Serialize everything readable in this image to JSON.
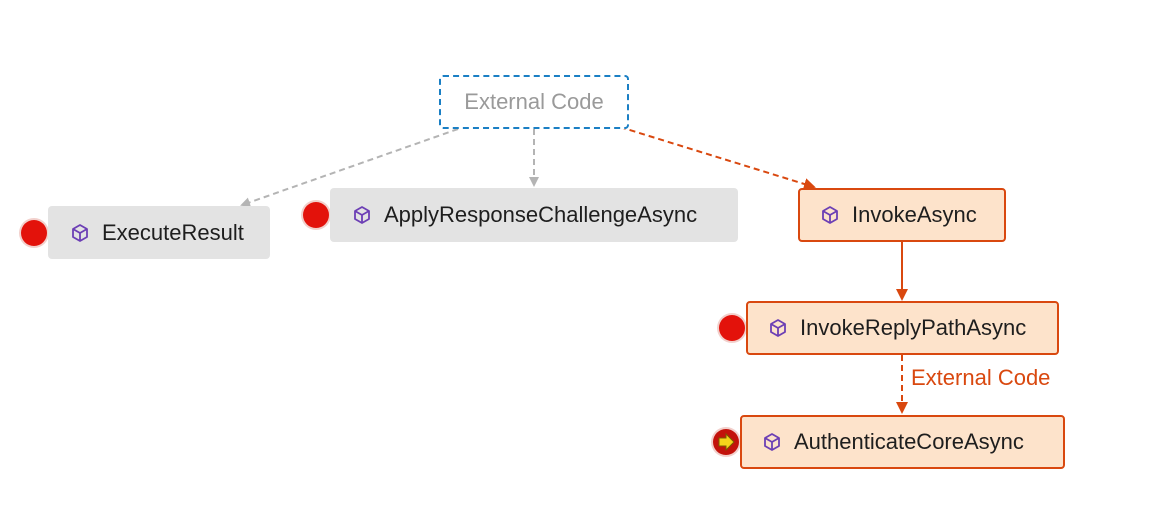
{
  "external_top": {
    "label": "External Code"
  },
  "nodes": [
    {
      "id": "execute-result",
      "label": "ExecuteResult",
      "breakpoint": true
    },
    {
      "id": "apply-response-challenge",
      "label": "ApplyResponseChallengeAsync",
      "breakpoint": true
    },
    {
      "id": "invoke-async",
      "label": "InvokeAsync",
      "breakpoint": false
    },
    {
      "id": "invoke-reply-path",
      "label": "InvokeReplyPathAsync",
      "breakpoint": true
    },
    {
      "id": "authenticate-core",
      "label": "AuthenticateCoreAsync",
      "breakpoint": "current"
    }
  ],
  "edge_labels": {
    "external_code": "External Code"
  },
  "colors": {
    "active_path": "#d9480f",
    "inactive_path": "#b4b4b4",
    "external_border": "#1a7fc4",
    "breakpoint": "#e3120b",
    "method_icon": "#6c3fb5"
  },
  "icons": {
    "method": "cube-icon",
    "breakpoint": "breakpoint-dot-icon",
    "current": "current-statement-arrow-icon"
  }
}
